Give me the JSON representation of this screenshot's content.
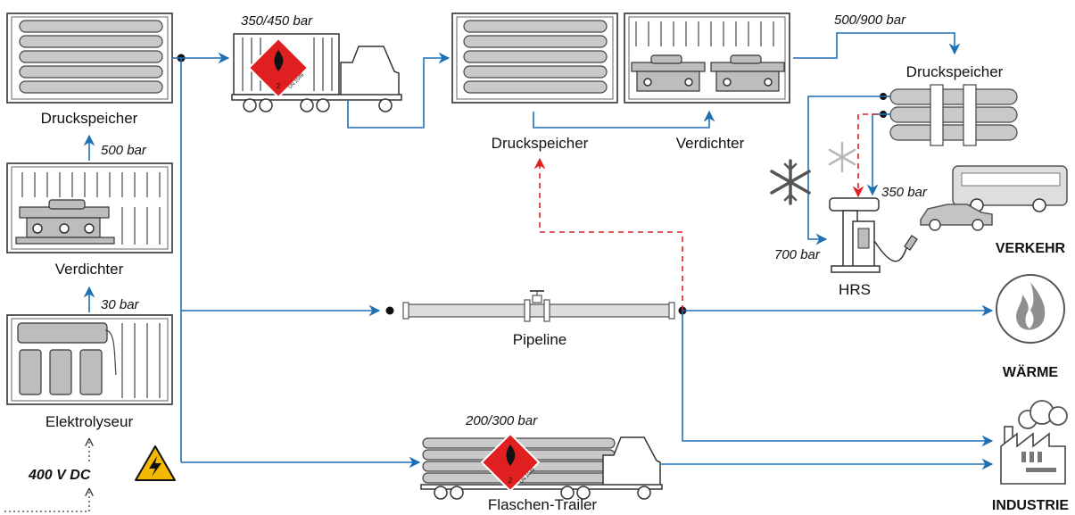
{
  "colors": {
    "flow_line": "#1f6fb5",
    "dashed_line": "#e02020",
    "hazard_diamond": "#e02020",
    "warning_triangle": "#f5b800",
    "equipment_gray": "#c9c9c9"
  },
  "labels": {
    "druckspeicher_left": "Druckspeicher",
    "verdichter_left": "Verdichter",
    "elektrolyseur": "Elektrolyseur",
    "druckspeicher_center": "Druckspeicher",
    "verdichter_center": "Verdichter",
    "druckspeicher_right": "Druckspeicher",
    "pipeline": "Pipeline",
    "flaschen_trailer": "Flaschen-Trailer",
    "hrs": "HRS",
    "verkehr": "VERKEHR",
    "waerme": "WÄRME",
    "industrie": "INDUSTRIE"
  },
  "pressures": {
    "p_500": "500 bar",
    "p_30": "30 bar",
    "p_350_450": "350/450 bar",
    "p_500_900": "500/900 bar",
    "p_350": "350 bar",
    "p_700": "700 bar",
    "p_200_300": "200/300 bar"
  },
  "power": {
    "input": "400 V DC"
  },
  "hazmat": {
    "class_number": "2",
    "un_code": "UN 1049"
  },
  "icons": [
    "pressure-storage-container-icon",
    "compressor-container-icon",
    "electrolyser-container-icon",
    "tube-trailer-truck-icon",
    "hazard-diamond-icon",
    "warning-triangle-icon",
    "snowflake-icon",
    "hydrogen-refuelling-station-icon",
    "car-icon",
    "bus-icon",
    "flame-icon",
    "factory-icon",
    "pipeline-icon"
  ]
}
